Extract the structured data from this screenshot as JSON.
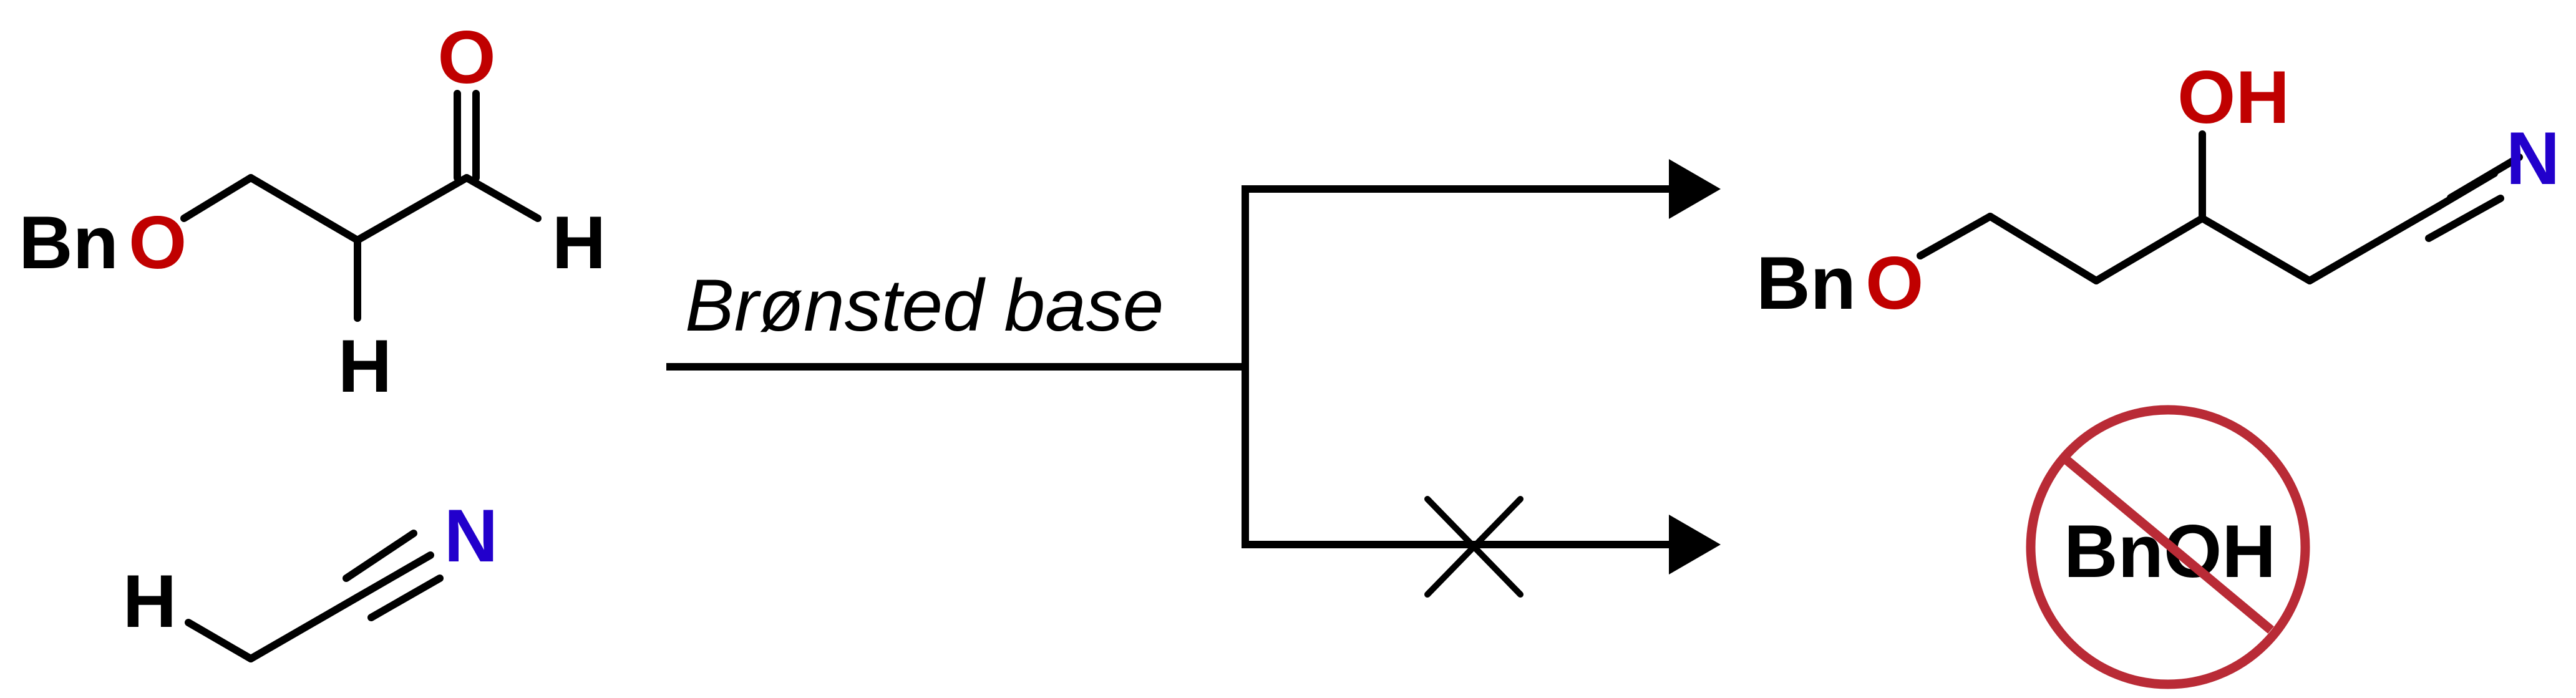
{
  "colors": {
    "bond": "#000000",
    "oxygen": "#c00000",
    "nitrogen": "#2200cc",
    "prohibition": "#b92b36"
  },
  "aldehyde": {
    "protecting_group": "Bn",
    "ether_oxygen": "O",
    "carbonyl_oxygen": "O",
    "alpha_hydrogen": "H",
    "aldehyde_hydrogen": "H"
  },
  "acetonitrile": {
    "hydrogen": "H",
    "nitrogen": "N"
  },
  "reagent": {
    "label": "Brønsted base"
  },
  "product": {
    "protecting_group": "Bn",
    "ether_oxygen": "O",
    "hydroxyl": "OH",
    "nitrogen": "N"
  },
  "side_product": {
    "label": "BnOH"
  }
}
